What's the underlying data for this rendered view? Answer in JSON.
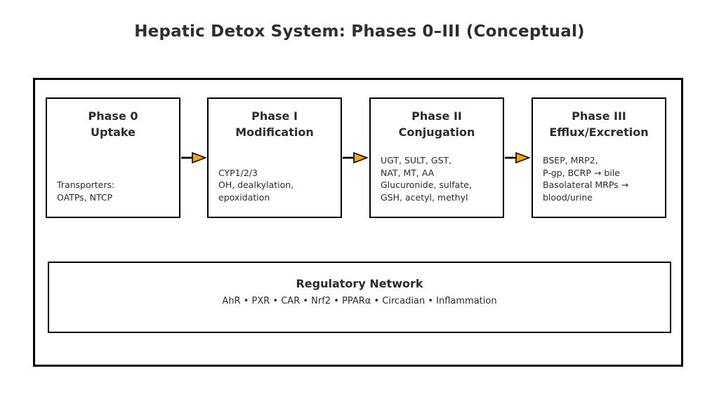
{
  "title": "Hepatic Detox System: Phases 0–III (Conceptual)",
  "phases": [
    {
      "title": "Phase 0\nUptake",
      "body": "Transporters:\nOATPs, NTCP"
    },
    {
      "title": "Phase I\nModification",
      "body": "CYP1/2/3\nOH, dealkylation,\nepoxidation"
    },
    {
      "title": "Phase II\nConjugation",
      "body": "UGT, SULT, GST,\nNAT, MT, AA\nGlucuronide, sulfate,\nGSH, acetyl, methyl"
    },
    {
      "title": "Phase III\nEfflux/Excretion",
      "body": "BSEP, MRP2,\nP-gp, BCRP → bile\nBasolateral MRPs →\nblood/urine"
    }
  ],
  "regulatory": {
    "title": "Regulatory Network",
    "items": "AhR • PXR • CAR • Nrf2 • PPARα • Circadian • Inflammation"
  },
  "colors": {
    "arrow_fill": "#FFA500",
    "arrow_stroke": "#000000",
    "border": "#000000",
    "text": "#2b2b2b"
  }
}
